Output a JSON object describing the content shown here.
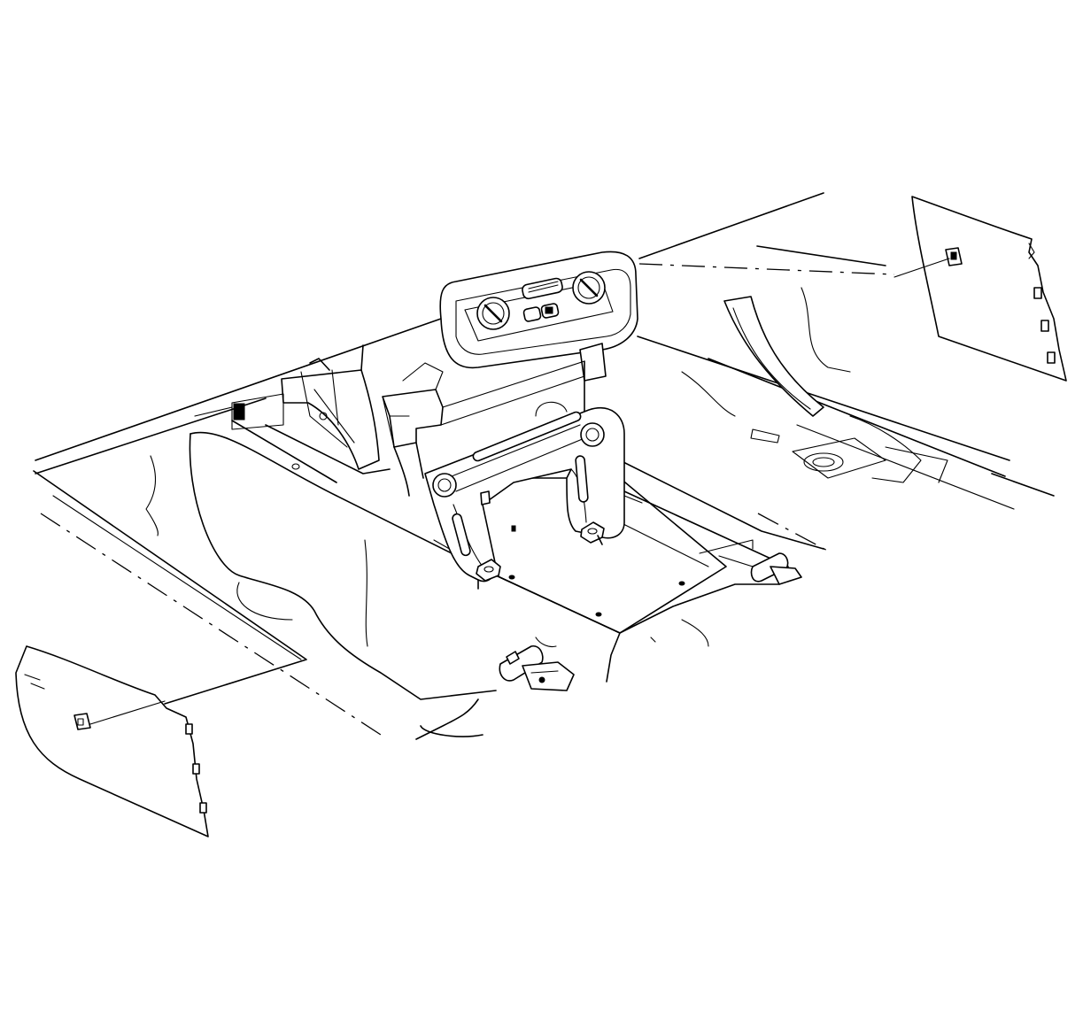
{
  "figure": {
    "kind": "line-art",
    "components": [
      "hvac-control-panel",
      "front-floor-console-bracket",
      "left-kick-panel",
      "right-kick-panel",
      "seat-belt-buckle-anchor-left",
      "seat-belt-buckle-anchor-right",
      "transmission-tunnel",
      "floor-pan"
    ]
  }
}
